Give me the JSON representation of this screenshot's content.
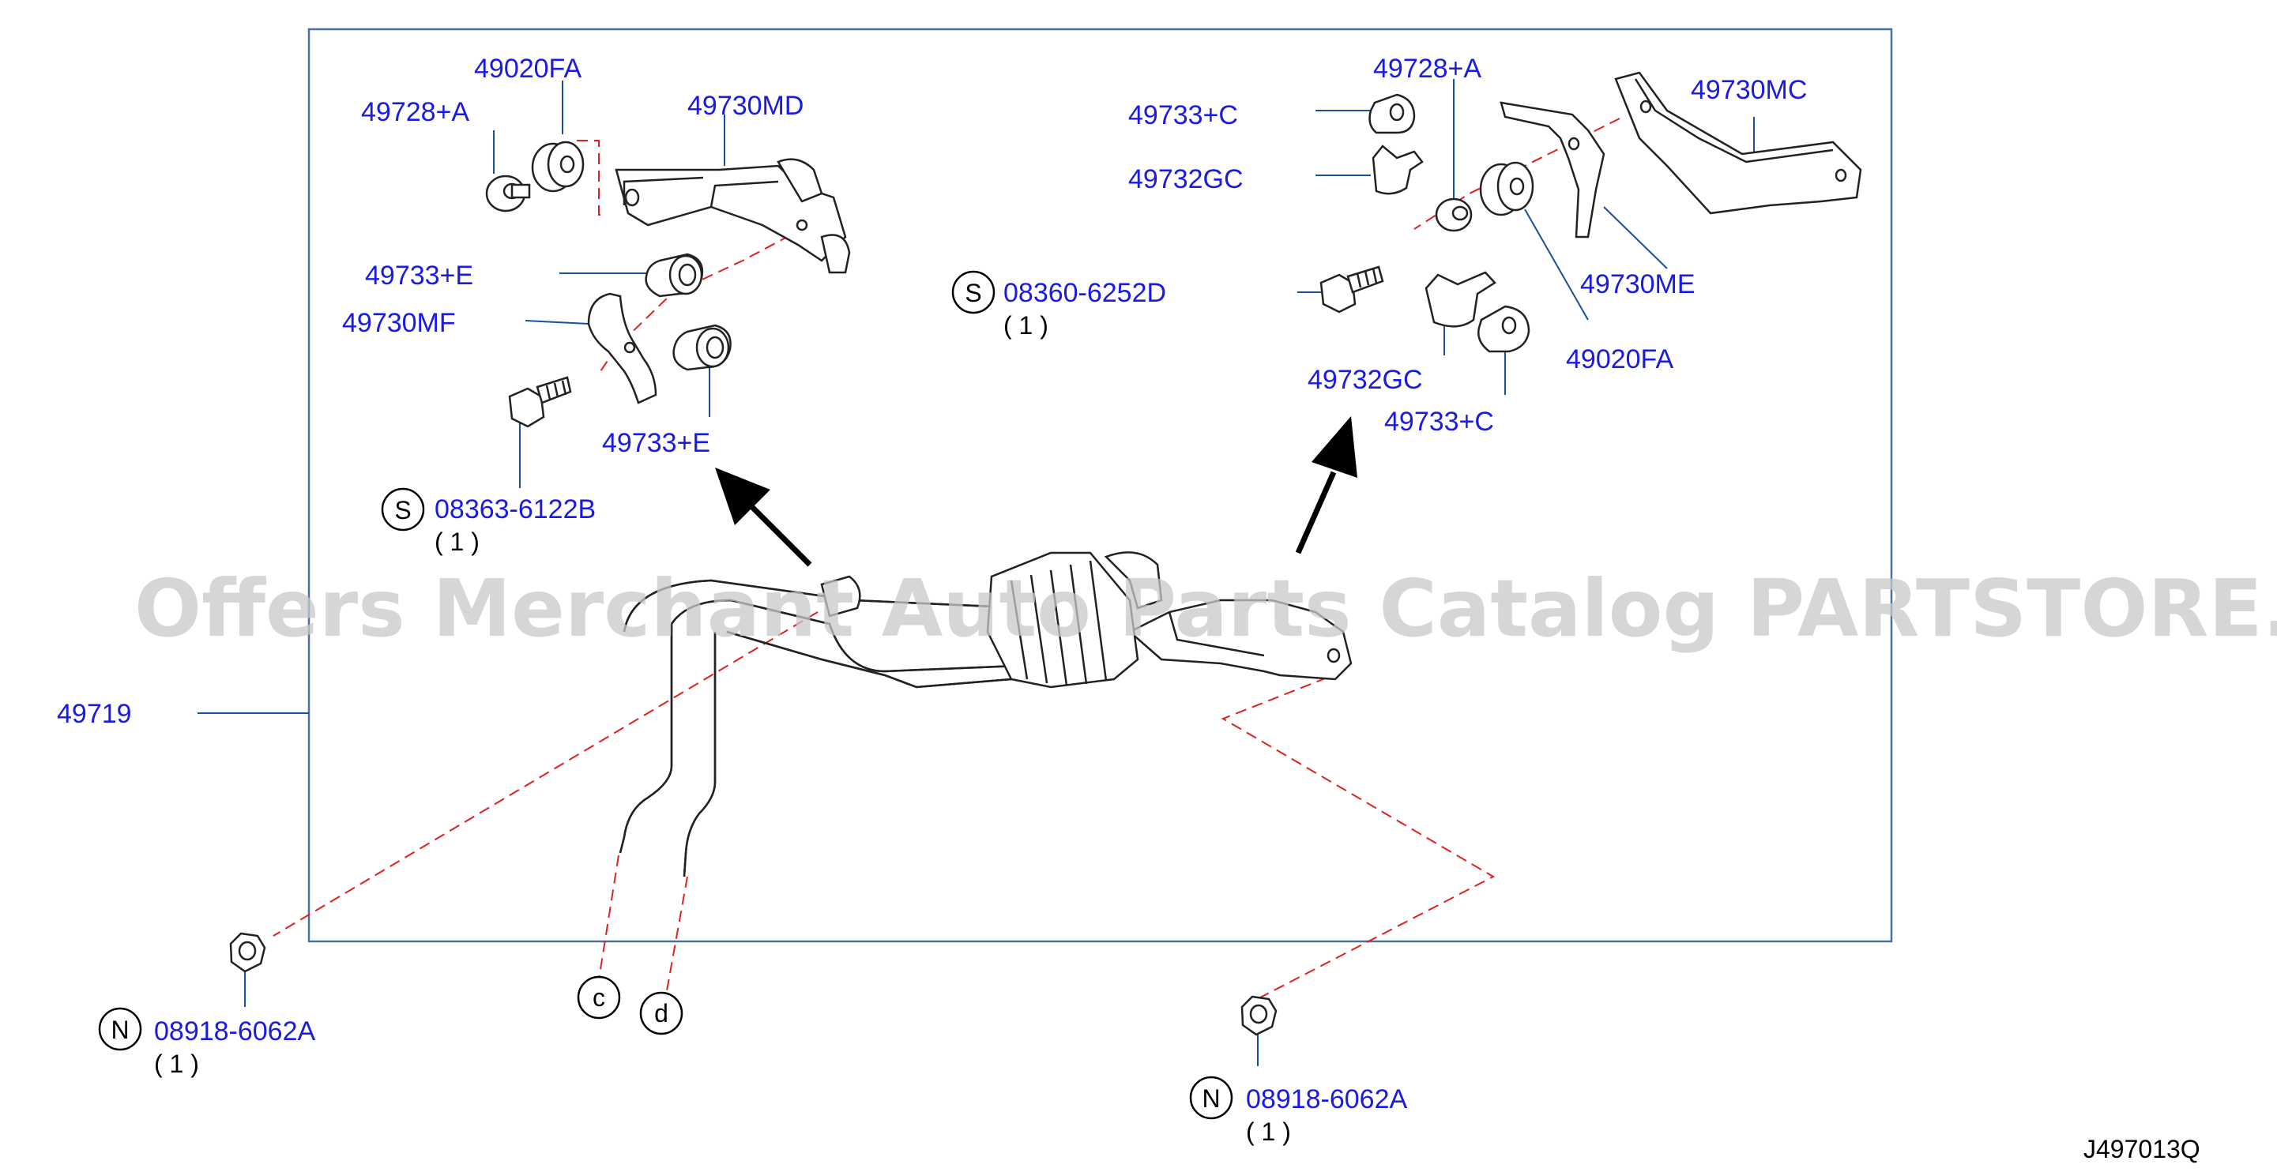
{
  "labels": {
    "l_49020FA_left": "49020FA",
    "l_49728A_left": "49728+A",
    "l_49730MD": "49730MD",
    "l_49733E_top": "49733+E",
    "l_49730MF": "49730MF",
    "l_49733E_bottom": "49733+E",
    "l_08363": "08363-6122B",
    "l_08363_qty": "( 1 )",
    "l_08360": "08360-6252D",
    "l_08360_qty": "( 1 )",
    "l_49728A_right": "49728+A",
    "l_49733C_top": "49733+C",
    "l_49732GC_top": "49732GC",
    "l_49730MC": "49730MC",
    "l_49730ME": "49730ME",
    "l_49020FA_right": "49020FA",
    "l_49732GC_bottom": "49732GC",
    "l_49733C_bottom": "49733+C",
    "l_49719": "49719",
    "l_08918_left": "08918-6062A",
    "l_08918_left_qty": "( 1 )",
    "l_08918_right": "08918-6062A",
    "l_08918_right_qty": "( 1 )"
  },
  "symbols": {
    "s1": "S",
    "s2": "S",
    "n1": "N",
    "n2": "N",
    "c": "c",
    "d": "d"
  },
  "watermark": "Offers Merchant Auto Parts Catalog PARTSTORE.SA",
  "figure_ref": "J497013Q",
  "colors": {
    "label_blue": "#1a1ae6",
    "leader_blue": "#1a50a0",
    "dash_red": "#e02020",
    "frame": "#4a6fa5"
  }
}
